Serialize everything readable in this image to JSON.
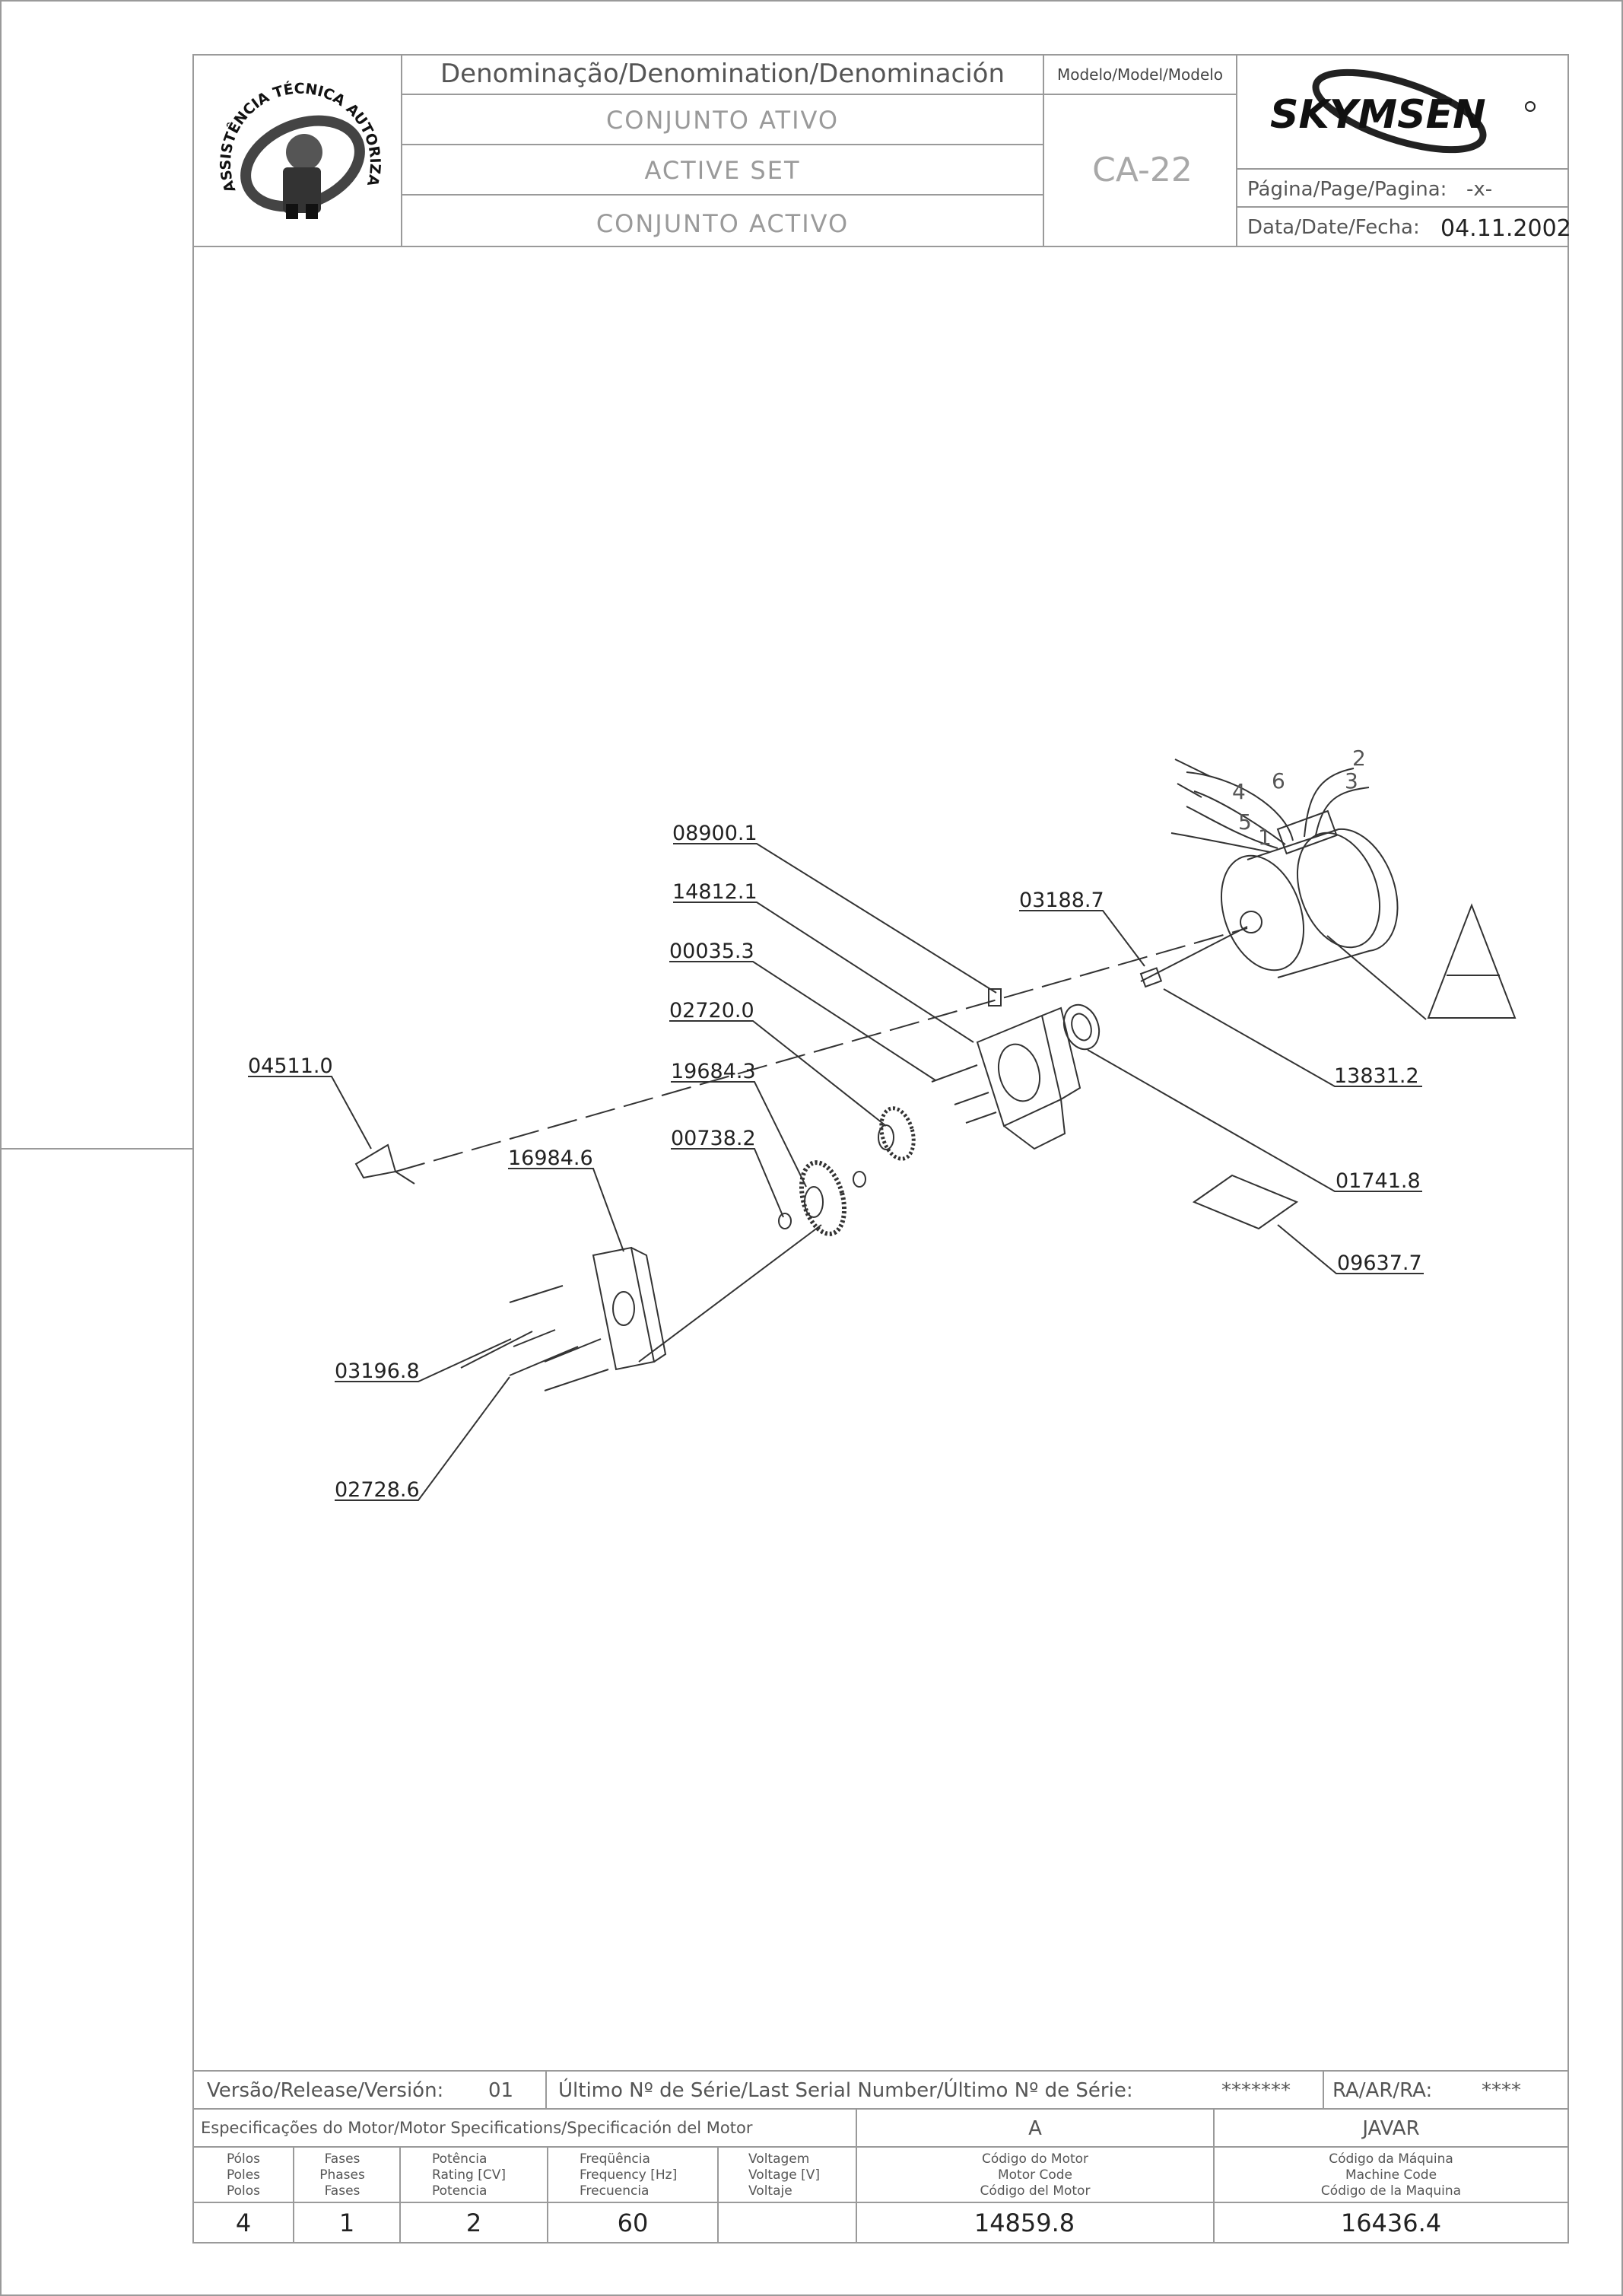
{
  "header": {
    "denomination_label": "Denominação/Denomination/Denominación",
    "name_pt": "CONJUNTO ATIVO",
    "name_en": "ACTIVE SET",
    "name_es": "CONJUNTO ACTIVO",
    "model_label": "Modelo/Model/Modelo",
    "model_value": "CA-22",
    "brand": "SKYMSEN",
    "page_label": "Página/Page/Pagina:",
    "page_value": "-x-",
    "date_label": "Data/Date/Fecha:",
    "date_value": "04.11.2002",
    "seal_text": "ASSISTÊNCIA TÉCNICA AUTORIZADA"
  },
  "parts": {
    "p08900": "08900.1",
    "p14812": "14812.1",
    "p00035": "00035.3",
    "p02720": "02720.0",
    "p19684": "19684.3",
    "p00738": "00738.2",
    "p16984": "16984.6",
    "p04511": "04511.0",
    "p03196": "03196.8",
    "p02728": "02728.6",
    "p03188": "03188.7",
    "p13831": "13831.2",
    "p01741": "01741.8",
    "p09637": "09637.7"
  },
  "wires": {
    "w1": "1",
    "w2": "2",
    "w3": "3",
    "w4": "4",
    "w5": "5",
    "w6": "6"
  },
  "footer": {
    "version_label": "Versão/Release/Versión:",
    "version_value": "01",
    "serial_label": "Último Nº de Série/Last Serial Number/Último Nº de Série:",
    "serial_value": "*******",
    "ra_label": "RA/AR/RA:",
    "ra_value": "****",
    "motor_spec_label": "Especificações do Motor/Motor Specifications/Specificación del Motor",
    "motor_spec_value": "A",
    "machine_brand": "JAVAR",
    "col_poles": [
      "Pólos",
      "Poles",
      "Polos"
    ],
    "col_phases": [
      "Fases",
      "Phases",
      "Fases"
    ],
    "col_power": [
      "Potência",
      "Rating [CV]",
      "Potencia"
    ],
    "col_freq": [
      "Freqüência",
      "Frequency [Hz]",
      "Frecuencia"
    ],
    "col_volt": [
      "Voltagem",
      "Voltage [V]",
      "Voltaje"
    ],
    "col_motor_code": [
      "Código do Motor",
      "Motor Code",
      "Código del Motor"
    ],
    "col_machine_code": [
      "Código da Máquina",
      "Machine Code",
      "Código de la Maquina"
    ],
    "poles": "4",
    "phases": "1",
    "power": "2",
    "frequency": "60",
    "voltage": "",
    "motor_code": "14859.8",
    "machine_code": "16436.4"
  }
}
